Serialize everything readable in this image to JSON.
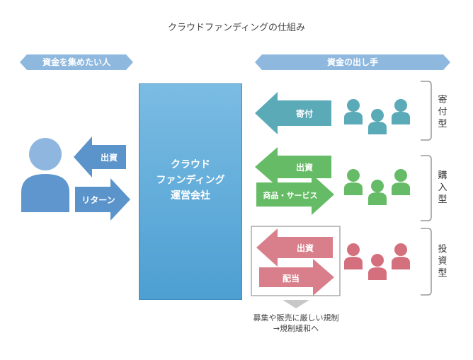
{
  "title": "クラウドファンディングの仕組み",
  "left_banner": "資金を集めたい人",
  "right_banner": "資金の出し手",
  "center": {
    "line1": "クラウド",
    "line2": "ファンディング",
    "line3": "運営会社"
  },
  "left_arrows": {
    "invest": "出資",
    "return": "リターン"
  },
  "rows": [
    {
      "type_label": "寄付型",
      "arrows": [
        "寄付"
      ],
      "color": "#5aaab8"
    },
    {
      "type_label": "購入型",
      "arrows": [
        "出資",
        "商品・サービス"
      ],
      "color": "#66bb66"
    },
    {
      "type_label": "投資型",
      "arrows": [
        "出資",
        "配当"
      ],
      "color": "#d46f7d"
    }
  ],
  "note": {
    "line1": "募集や販売に厳しい規制",
    "line2": "→規制緩和へ"
  }
}
